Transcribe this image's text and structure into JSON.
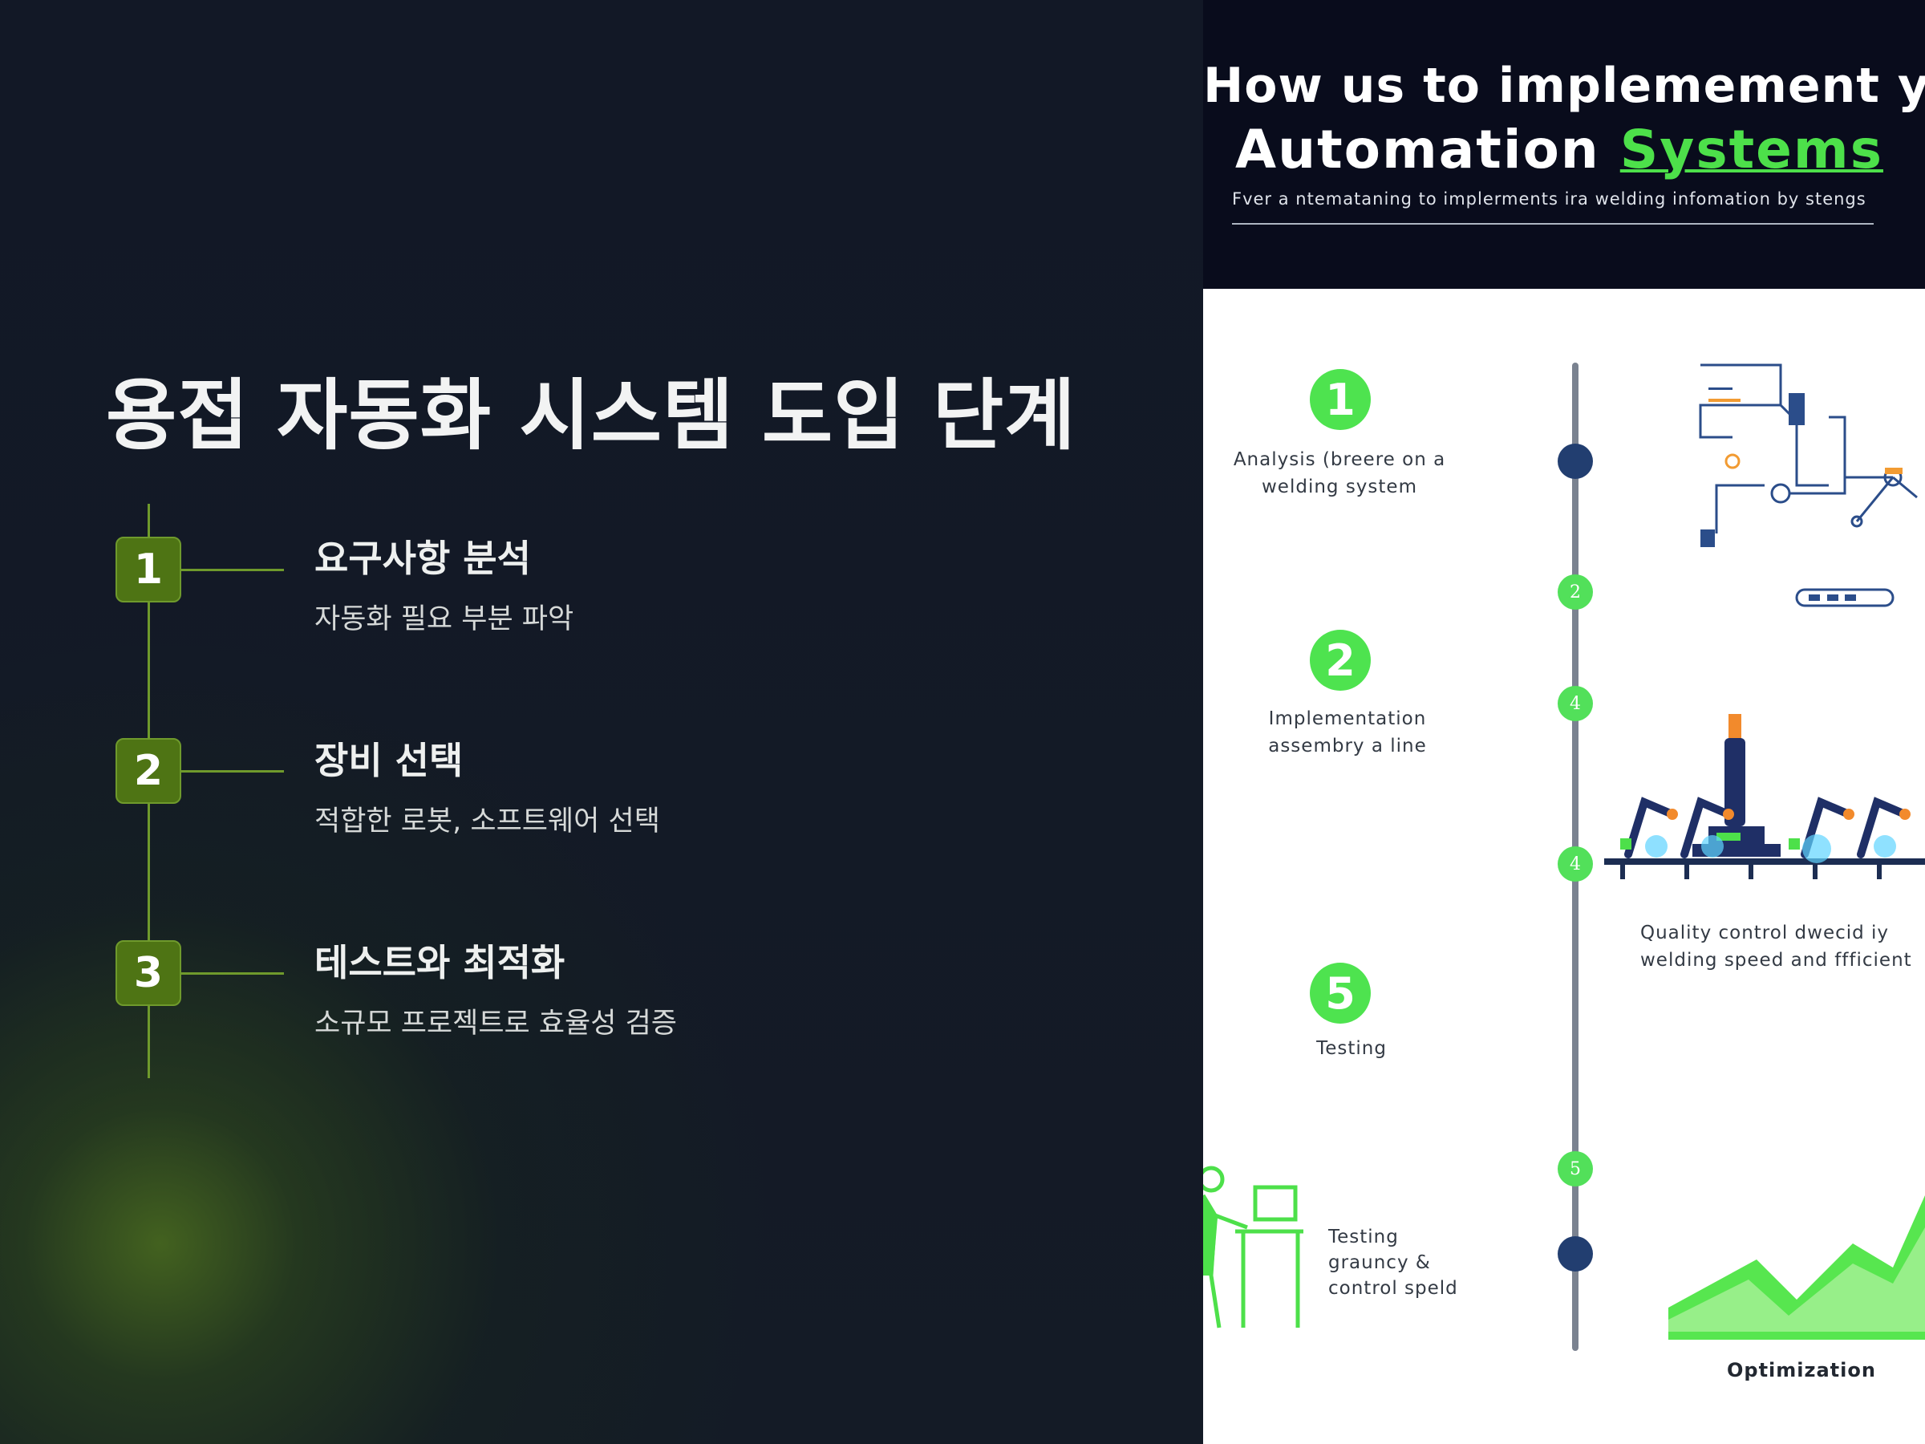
{
  "slide": {
    "title": "용접 자동화 시스템 도입 단계",
    "steps": [
      {
        "number": "1",
        "title": "요구사항 분석",
        "description": "자동화 필요 부분 파악"
      },
      {
        "number": "2",
        "title": "장비 선택",
        "description": "적합한 로봇, 소프트웨어 선택"
      },
      {
        "number": "3",
        "title": "테스트와 최적화",
        "description": "소규모 프로젝트로 효율성 검증"
      }
    ],
    "accent_color": "#6f9a2c"
  },
  "infographic": {
    "heading_line1": "How us to implemement your",
    "heading_line2_prefix": "Automation",
    "heading_line2_accent": "Systems",
    "subtitle": "Fver a ntematаning to implerments ira welding infomation by stengs",
    "stages": [
      {
        "badge": "1",
        "label_line1": "Analysis (breere on a",
        "label_line2": "welding system"
      },
      {
        "badge": "2",
        "label_line1": "Implementation",
        "label_line2": "assembry a line"
      },
      {
        "badge": "5",
        "label_line1": "Testing",
        "label_line2": ""
      }
    ],
    "timeline_markers": [
      "2",
      "4",
      "4",
      "5"
    ],
    "quality_text_line1": "Quality control dwecid iy",
    "quality_text_line2": "welding speed and ffficient",
    "testing_text_line1": "Testing",
    "testing_text_line2": "grauncy &",
    "testing_text_line3": "control speld",
    "optimization_label": "Optimization",
    "accent_color": "#4de04a"
  }
}
